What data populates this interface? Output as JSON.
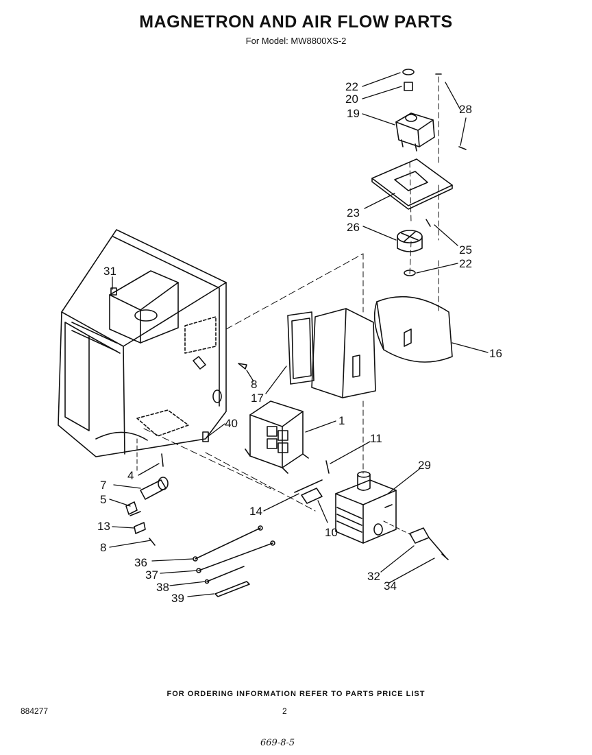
{
  "header": {
    "title": "MAGNETRON AND AIR FLOW PARTS",
    "model_line": "For Model: MW8800XS-2"
  },
  "callouts": [
    "22",
    "20",
    "19",
    "28",
    "23",
    "26",
    "25",
    "22",
    "16",
    "31",
    "8",
    "17",
    "1",
    "40",
    "11",
    "29",
    "4",
    "7",
    "5",
    "14",
    "13",
    "10",
    "8",
    "36",
    "37",
    "38",
    "39",
    "32",
    "34"
  ],
  "footer": {
    "ordering_note": "FOR ORDERING INFORMATION REFER TO PARTS PRICE LIST",
    "doc_number": "884277",
    "page_number": "2",
    "handwritten_note": "669-8-5"
  }
}
